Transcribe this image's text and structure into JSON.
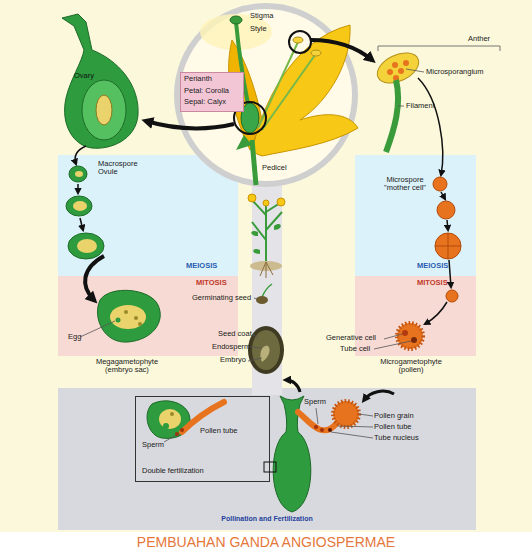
{
  "diagram": {
    "caption": "PEMBUAHAN GANDA ANGIOSPERMAE",
    "nodes": [
      {
        "text": [
          "Perianth",
          "Petal: Corolla",
          "Sepal: Calyx"
        ]
      },
      {
        "text": [
          "MEIOSIS"
        ]
      },
      {
        "text": [
          "MEIOSIS"
        ]
      },
      {
        "text": [
          "MITOSIS"
        ]
      },
      {
        "text": [
          "MITOSIS"
        ]
      },
      {
        "text": [
          "Pollination and Fertilization"
        ]
      },
      {
        "text": [
          "Sperm",
          "Pollen tube",
          "Double fertilization"
        ],
        "in": 5
      }
    ],
    "labels": [
      "Stigma",
      "Style",
      "Ovary",
      "Pedicel",
      "Anther",
      "Microsporangium",
      "Filament",
      "Macrospore Ovule",
      "Microspore \"mother cell\"",
      "Egg",
      "Megagametophyte (embryo sac)",
      "Generative cell",
      "Tube cell",
      "Microgametophyte (pollen)",
      "Germinating seed",
      "Seed coat",
      "Endosperm",
      "Embryo",
      "Sperm",
      "Pollen grain",
      "Pollen tube",
      "Tube nucleus"
    ]
  }
}
